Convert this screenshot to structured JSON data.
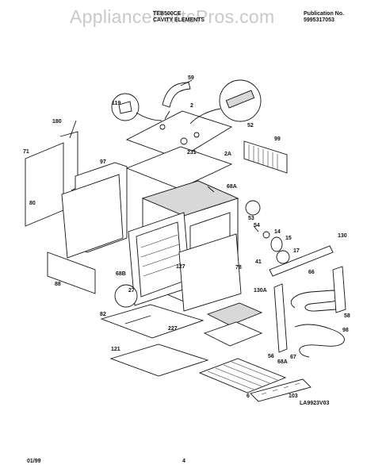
{
  "watermark": "AppliancePartsPros.com",
  "header": {
    "model": "TEB500CE",
    "section": "CAVITY ELEMENTS",
    "pub_label": "Publication No.",
    "pub_number": "5995317053"
  },
  "footer": {
    "date": "01/99",
    "page": "4",
    "drawing_code": "LA9923V03"
  },
  "callouts": [
    "59",
    "2",
    "119",
    "52",
    "180",
    "99",
    "2A",
    "231",
    "71",
    "97",
    "80",
    "68A",
    "53",
    "54",
    "14",
    "15",
    "130",
    "17",
    "41",
    "88",
    "68B",
    "127",
    "27",
    "78",
    "66",
    "130A",
    "82",
    "227",
    "98",
    "58",
    "121",
    "56",
    "68A",
    "67",
    "6",
    "103"
  ]
}
